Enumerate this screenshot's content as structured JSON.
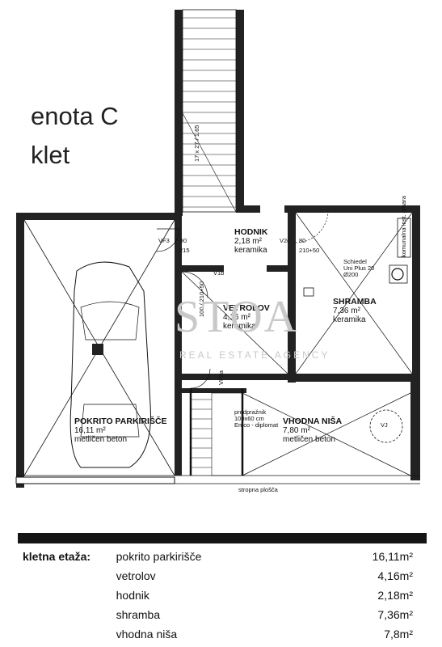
{
  "heading": {
    "line1": "enota C",
    "line2": "klet"
  },
  "rooms": {
    "hodnik": {
      "name": "HODNIK",
      "area": "2,18 m²",
      "finish": "keramika"
    },
    "vetrolov": {
      "name": "VETROLOV",
      "area": "4,16 m²",
      "finish": "keramika"
    },
    "shramba": {
      "name": "SHRAMBA",
      "area": "7,36 m²",
      "finish": "keramika"
    },
    "parking": {
      "name": "POKRITO PARKIRIŠČE",
      "area": "16,11 m²",
      "finish": "metličen beton"
    },
    "nisa": {
      "name": "VHODNA NIŠA",
      "area": "7,80 m²",
      "finish": "metličen beton"
    }
  },
  "plan_labels": {
    "stairs": "17 x 27 / 1.65",
    "vf3": "VF3",
    "vf3_dims": "7-90",
    "vf3_h": "215",
    "v2c": "V2c",
    "v2c_dims": "80",
    "v2c_h": "210+50",
    "v1b": "V1b",
    "door_vert": "100 / 210+50",
    "vf2a": "VF2a",
    "schiedel": "Schiedel",
    "schiedel2": "Uni Plus 20",
    "schiedel3": "Ø200",
    "omara": "komunalna",
    "omara2": "inst. omara",
    "pt": "predpražnik",
    "pt2": "100x60 cm",
    "pt3": "Emco - diplomat",
    "vj": "VJ",
    "ceiling": "stropna plošča"
  },
  "watermark": {
    "brand": "STOA",
    "tagline": "REAL ESTATE AGENCY"
  },
  "area_table": {
    "header": "kletna etaža:",
    "unit": "m²",
    "rows": [
      {
        "name": "pokrito parkirišče",
        "value": "16,11"
      },
      {
        "name": "vetrolov",
        "value": "4,16"
      },
      {
        "name": "hodnik",
        "value": "2,18"
      },
      {
        "name": "shramba",
        "value": "7,36"
      },
      {
        "name": "vhodna niša",
        "value": "7,8"
      }
    ]
  }
}
